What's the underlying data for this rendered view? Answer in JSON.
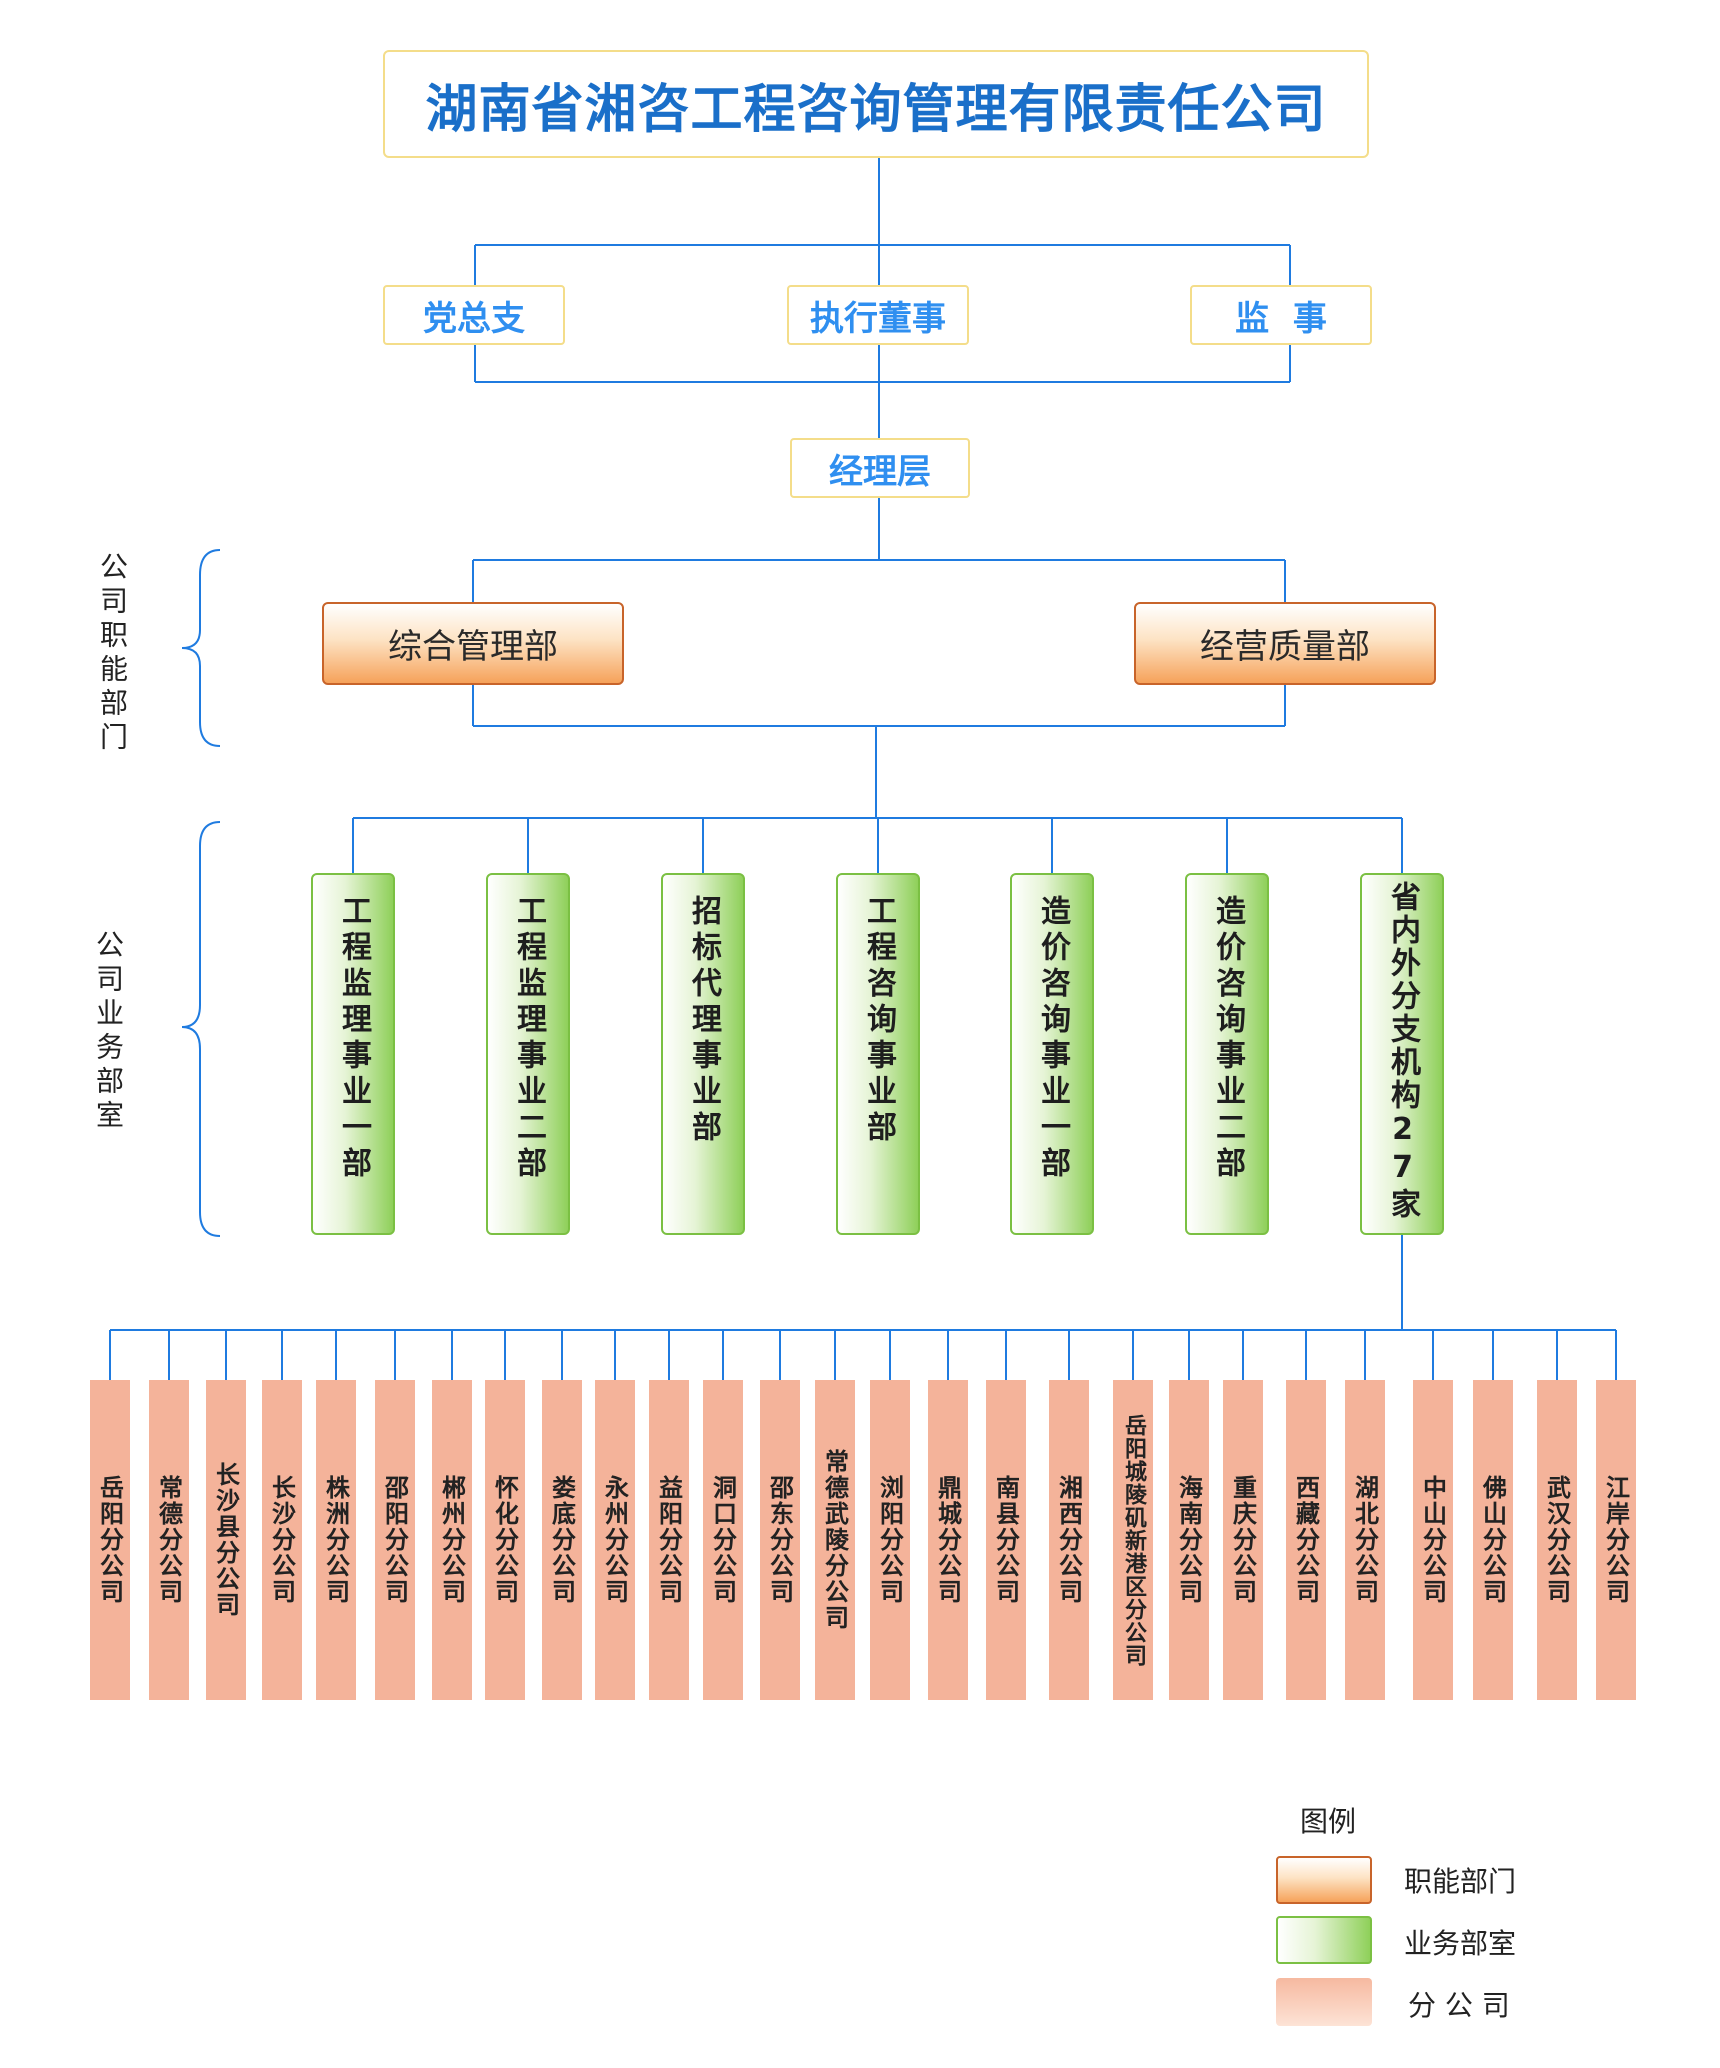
{
  "company": "湖南省湘咨工程咨询管理有限责任公司",
  "level2": [
    "党总支",
    "执行董事",
    "监  事"
  ],
  "manager": "经理层",
  "side_labels": {
    "functional": "公司职能部门",
    "business": "公司业务部室"
  },
  "functional_depts": [
    "综合管理部",
    "经营质量部"
  ],
  "business_depts": [
    "工程监理事业一部",
    "工程监理事业二部",
    "招标代理事业部",
    "工程咨询事业部",
    "造价咨询事业一部",
    "造价咨询事业二部",
    "省内外分支机构27家"
  ],
  "branches": [
    "岳阳分公司",
    "常德分公司",
    "长沙县分公司",
    "长沙分公司",
    "株洲分公司",
    "邵阳分公司",
    "郴州分公司",
    "怀化分公司",
    "娄底分公司",
    "永州分公司",
    "益阳分公司",
    "洞口分公司",
    "邵东分公司",
    "常德武陵分公司",
    "浏阳分公司",
    "鼎城分公司",
    "南县分公司",
    "湘西分公司",
    "岳阳城陵矶新港区分公司",
    "海南分公司",
    "重庆分公司",
    "西藏分公司",
    "湖北分公司",
    "中山分公司",
    "佛山分公司",
    "武汉分公司",
    "江岸分公司"
  ],
  "legend": {
    "title": "图例",
    "functional": "职能部门",
    "business": "业务部室",
    "branch": "分 公 司"
  },
  "colors": {
    "line": "#1f7be0",
    "title_text": "#1a6fc9",
    "level2_text": "#2f8ff0",
    "functional_border": "#c8642a",
    "business_border": "#7bc043",
    "branch_fill": "#f4b39a"
  }
}
